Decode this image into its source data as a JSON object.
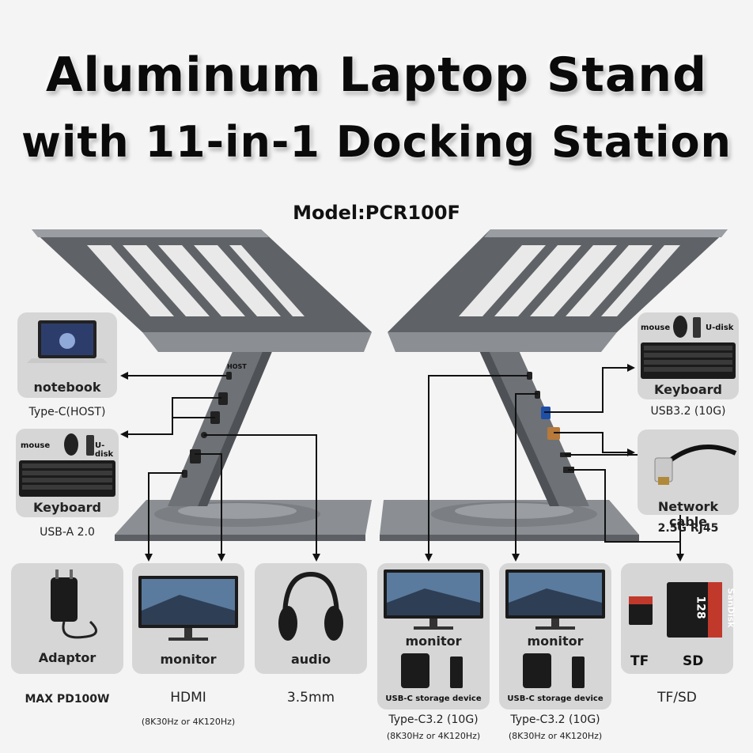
{
  "header": {
    "title_line1": "Aluminum Laptop Stand",
    "title_line2": "with 11-in-1 Docking Station",
    "model": "Model:PCR100F"
  },
  "left_ports": {
    "notebook": {
      "label": "notebook",
      "caption": "Type-C(HOST)"
    },
    "keyboard": {
      "label": "Keyboard",
      "mouse": "mouse",
      "udisk": "U-disk",
      "caption": "USB-A 2.0"
    },
    "host_tag": "HOST"
  },
  "right_ports": {
    "keyboard": {
      "label": "Keyboard",
      "mouse": "mouse",
      "udisk": "U-disk",
      "caption": "USB3.2 (10G)"
    },
    "network": {
      "label": "Network cable",
      "caption": "2.5G RJ45"
    }
  },
  "bottom_cards": [
    {
      "label": "Adaptor",
      "caption": "MAX PD100W",
      "sub": ""
    },
    {
      "label": "monitor",
      "caption": "HDMI",
      "sub": "(8K30Hz or 4K120Hz)"
    },
    {
      "label": "audio",
      "caption": "3.5mm",
      "sub": ""
    },
    {
      "label": "monitor",
      "storage": "USB-C storage device",
      "caption": "Type-C3.2 (10G)",
      "sub": "(8K30Hz or 4K120Hz)"
    },
    {
      "label": "monitor",
      "storage": "USB-C storage device",
      "caption": "Type-C3.2 (10G)",
      "sub": "(8K30Hz or 4K120Hz)"
    },
    {
      "tf": "TF",
      "sd": "SD",
      "caption": "TF/SD",
      "sdcard_text": "128",
      "sdbrand": "SanDisk"
    }
  ],
  "colors": {
    "card_bg": "#d6d6d6",
    "stand": "#6e7175",
    "arrow": "#111111"
  }
}
